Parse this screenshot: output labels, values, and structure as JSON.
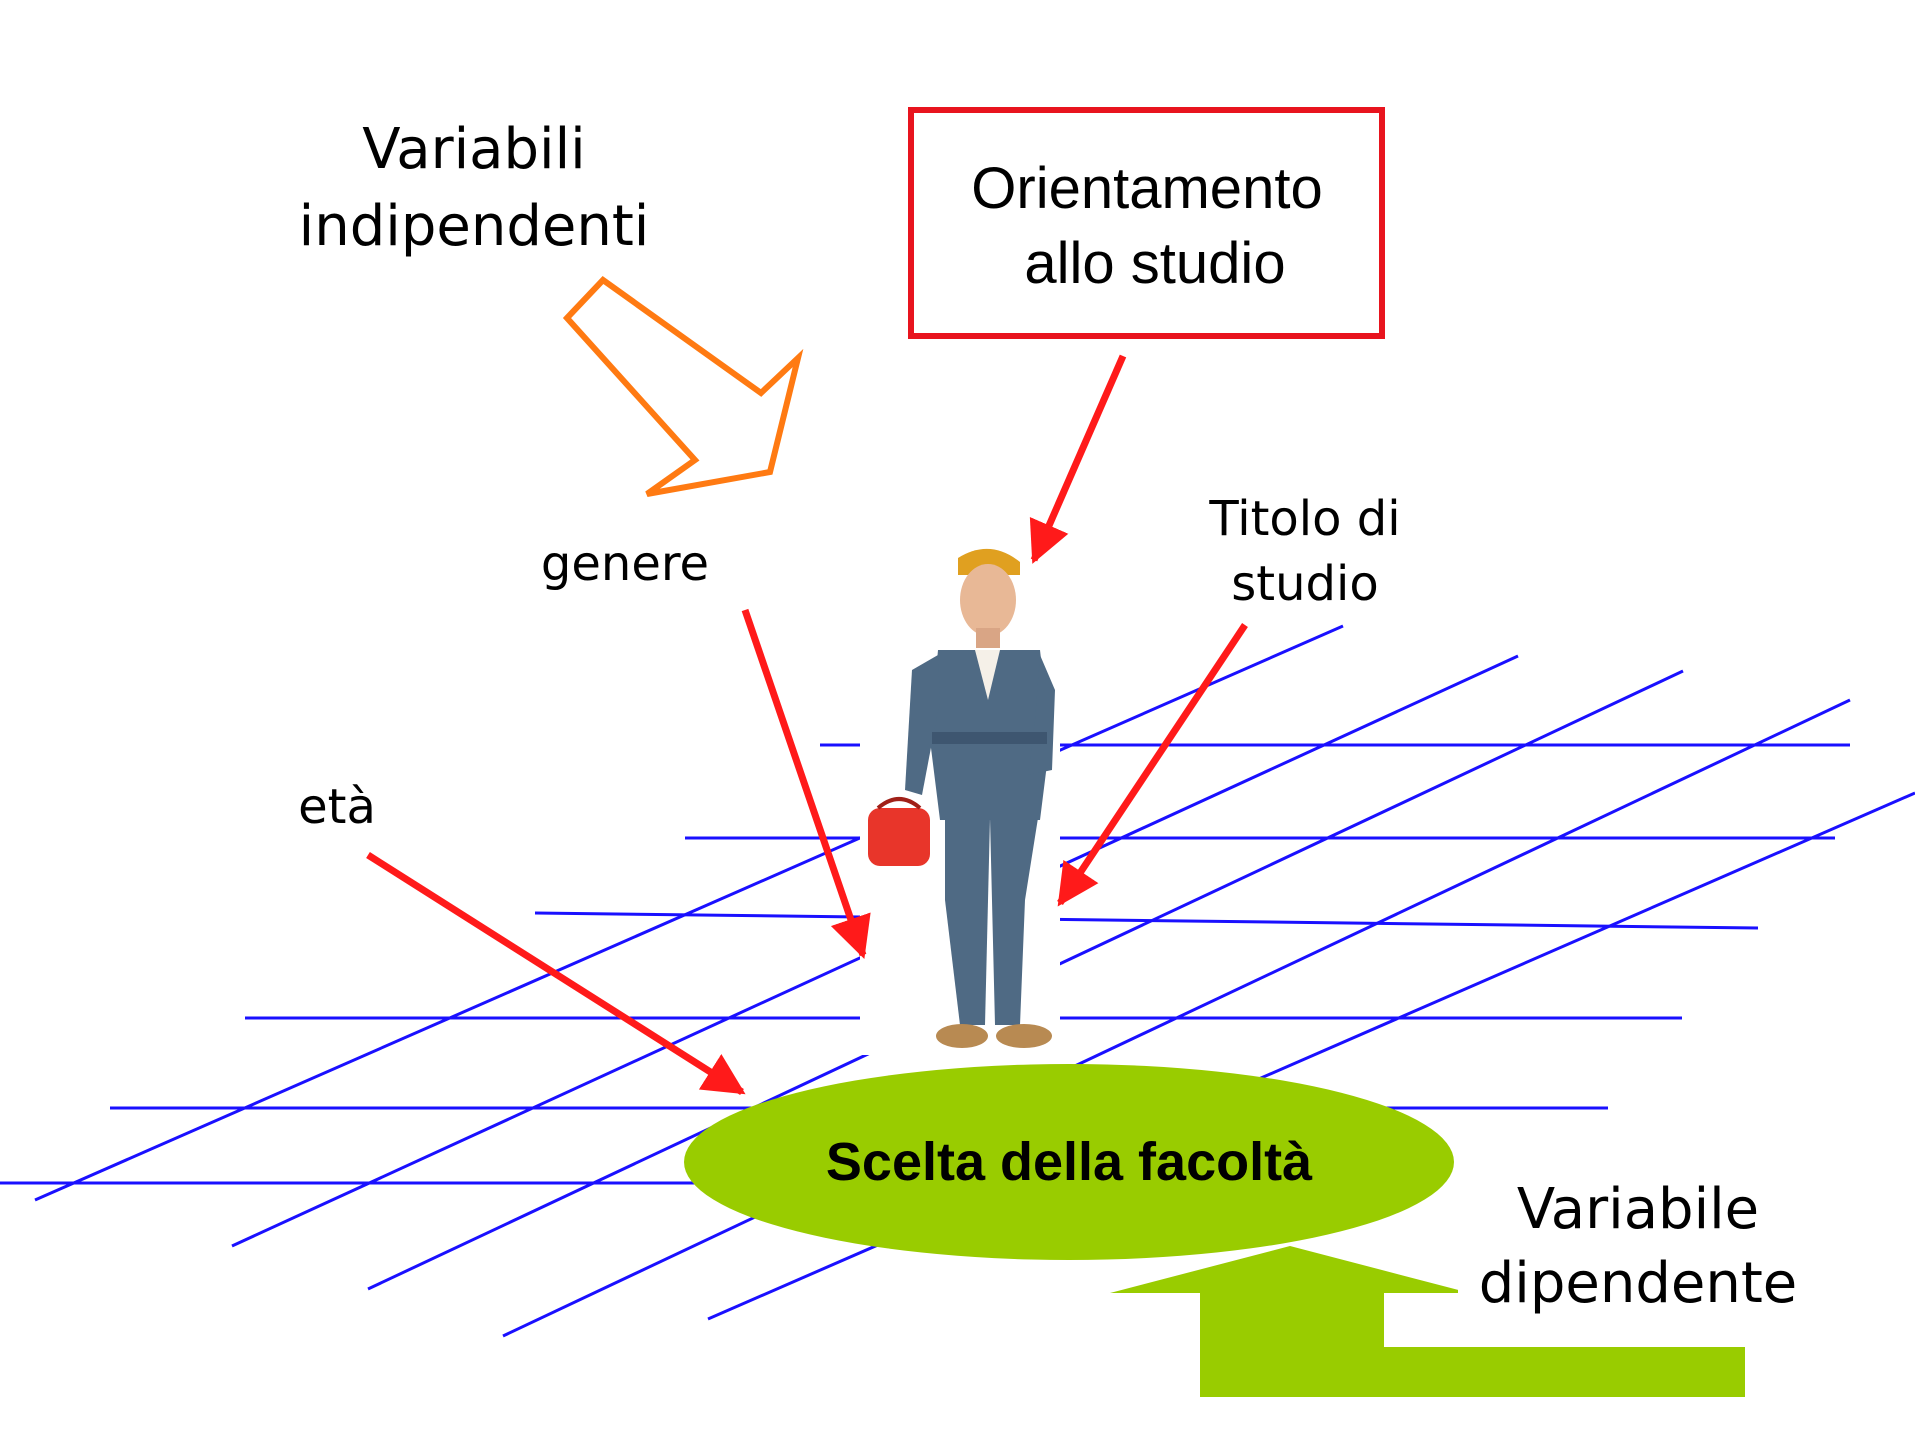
{
  "labels": {
    "independent_title_line1": "Variabili",
    "independent_title_line2": "indipendenti",
    "orientation_line1": "Orientamento",
    "orientation_line2": "allo studio",
    "gender": "genere",
    "education_line1": "Titolo di",
    "education_line2": "studio",
    "age": "età",
    "choice": "Scelta della facoltà",
    "dependent_line1": "Variabile",
    "dependent_line2": "dipendente"
  },
  "colors": {
    "grid": "#1a10ff",
    "red_arrow": "#ff1a1a",
    "orange_arrow": "#ff7a12",
    "green": "#99cc00",
    "box_border": "#e8141e",
    "text": "#000000"
  },
  "figure": {
    "icon": "worker-in-overalls-icon"
  }
}
